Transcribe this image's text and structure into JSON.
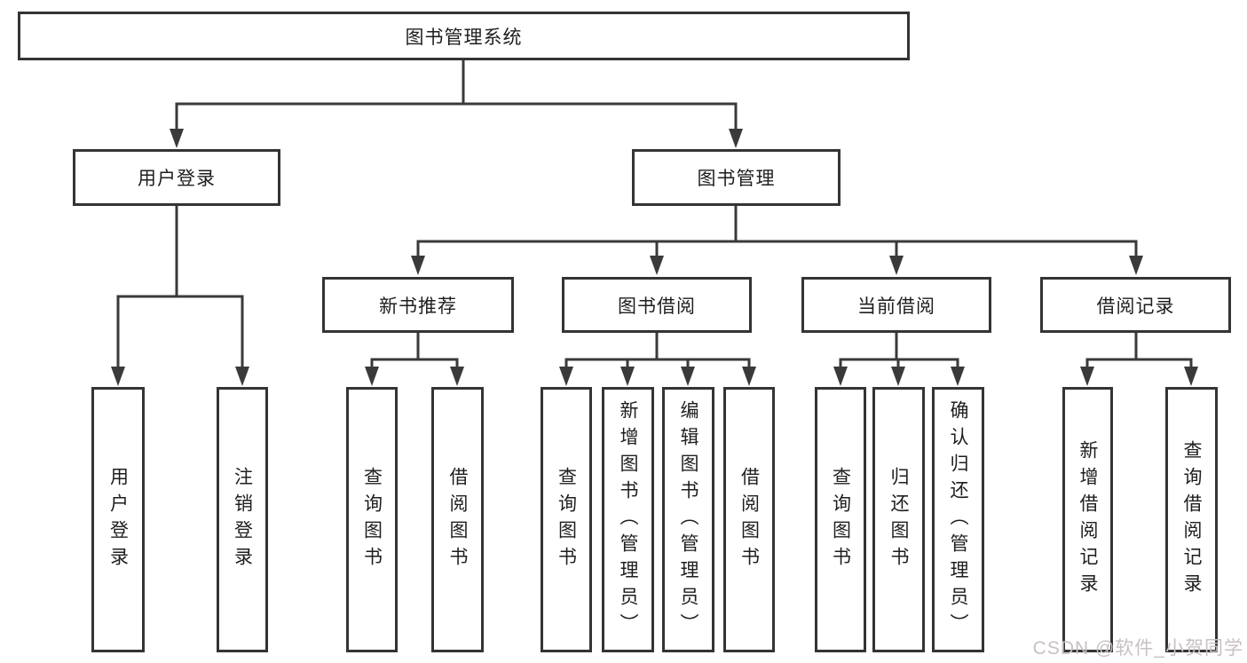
{
  "nodes": {
    "root": "图书管理系统",
    "level2": [
      "用户登录",
      "图书管理"
    ],
    "level3": [
      "新书推荐",
      "图书借阅",
      "当前借阅",
      "借阅记录"
    ],
    "level4": {
      "under_user_login": [
        "用户登录",
        "注销登录"
      ],
      "under_new_book_recommend": [
        "查询图书",
        "借阅图书"
      ],
      "under_book_borrow": [
        "查询图书",
        "新增图书（管理员）",
        "编辑图书（管理员）",
        "借阅图书"
      ],
      "under_current_borrow": [
        "查询图书",
        "归还图书",
        "确认归还（管理员）"
      ],
      "under_borrow_records": [
        "新增借阅记录",
        "查询借阅记录"
      ]
    }
  },
  "watermark": "CSDN @软件_小贺同学",
  "colors": {
    "line": "#3a3a3a",
    "box_border": "#343434",
    "text": "#1e1e1e",
    "watermark": "#c8c0c4",
    "background": "#ffffff"
  }
}
